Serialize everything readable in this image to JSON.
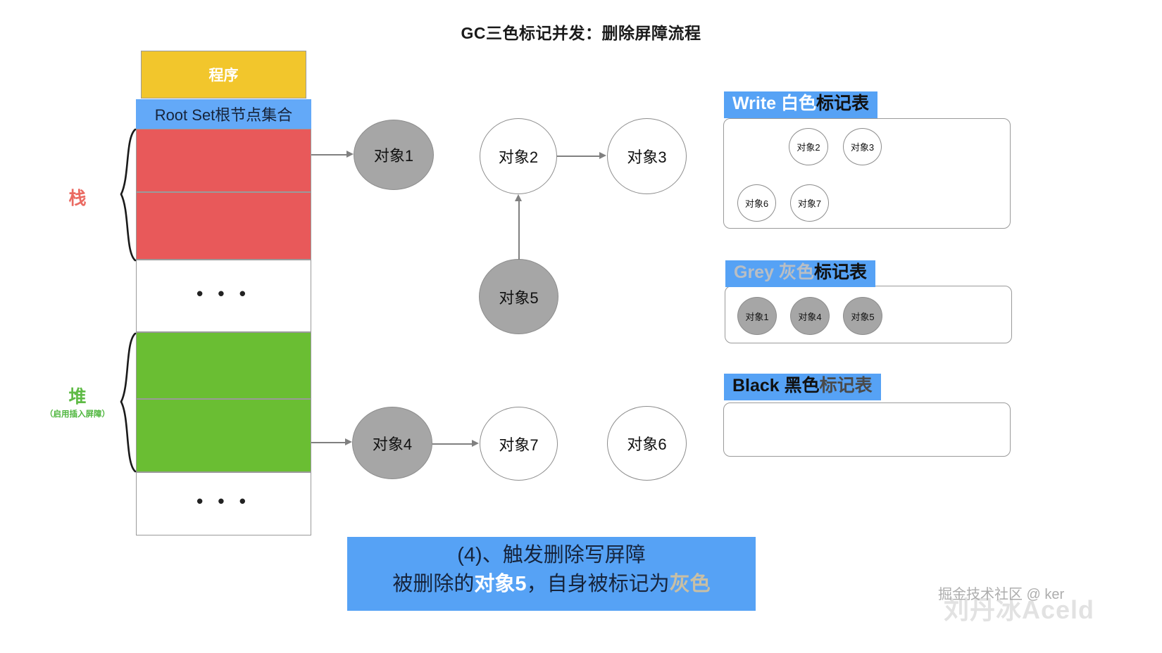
{
  "title": "GC三色标记并发：删除屏障流程",
  "memory": {
    "program_label": "程序",
    "root_set_label": "Root Set根节点集合",
    "stack_label": "栈",
    "heap_label": "堆",
    "heap_sublabel": "（启用插入屏障）",
    "ellipsis": "• • •",
    "blocks": [
      {
        "name": "stack-slot-1",
        "color": "#e8595a"
      },
      {
        "name": "stack-slot-2",
        "color": "#e8595a"
      },
      {
        "name": "stack-gap",
        "color": "#ffffff"
      },
      {
        "name": "heap-slot-1",
        "color": "#6abe33"
      },
      {
        "name": "heap-slot-2",
        "color": "#6abe33"
      },
      {
        "name": "heap-gap",
        "color": "#ffffff"
      }
    ]
  },
  "graph": {
    "nodes": [
      {
        "id": "obj1",
        "label": "对象1",
        "shade": "grey"
      },
      {
        "id": "obj2",
        "label": "对象2",
        "shade": "white"
      },
      {
        "id": "obj3",
        "label": "对象3",
        "shade": "white"
      },
      {
        "id": "obj5",
        "label": "对象5",
        "shade": "grey"
      },
      {
        "id": "obj4",
        "label": "对象4",
        "shade": "grey"
      },
      {
        "id": "obj7",
        "label": "对象7",
        "shade": "white"
      },
      {
        "id": "obj6",
        "label": "对象6",
        "shade": "white"
      }
    ],
    "edges": [
      {
        "from": "root-set-stack",
        "to": "obj1"
      },
      {
        "from": "obj2",
        "to": "obj3"
      },
      {
        "from": "obj5",
        "to": "obj2"
      },
      {
        "from": "heap-slot",
        "to": "obj4"
      },
      {
        "from": "obj4",
        "to": "obj7"
      }
    ]
  },
  "tables": [
    {
      "id": "white",
      "header_en": "Write 白色",
      "header_cn": "标记表",
      "items": [
        "对象2",
        "对象3",
        "对象6",
        "对象7"
      ],
      "shade": "white"
    },
    {
      "id": "grey",
      "header_en": "Grey 灰色",
      "header_cn": "标记表",
      "items": [
        "对象1",
        "对象4",
        "对象5"
      ],
      "shade": "grey"
    },
    {
      "id": "black",
      "header_en": "Black 黑色",
      "header_cn": "标记表",
      "items": [],
      "shade": "white"
    }
  ],
  "caption": {
    "line1": "(4)、触发删除写屏障",
    "line2_a": "被删除的",
    "line2_b": "对象5",
    "line2_c": "，自身被标记为",
    "line2_d": "灰色"
  },
  "watermarks": {
    "top": "掘金技术社区 @ ker",
    "bottom": "刘丹冰Aceld"
  },
  "colors": {
    "accent_blue": "#56a2f5",
    "stack_red": "#e8595a",
    "heap_green": "#6abe33",
    "program_yellow": "#f2c62c",
    "grey_node": "#a6a6a6"
  }
}
